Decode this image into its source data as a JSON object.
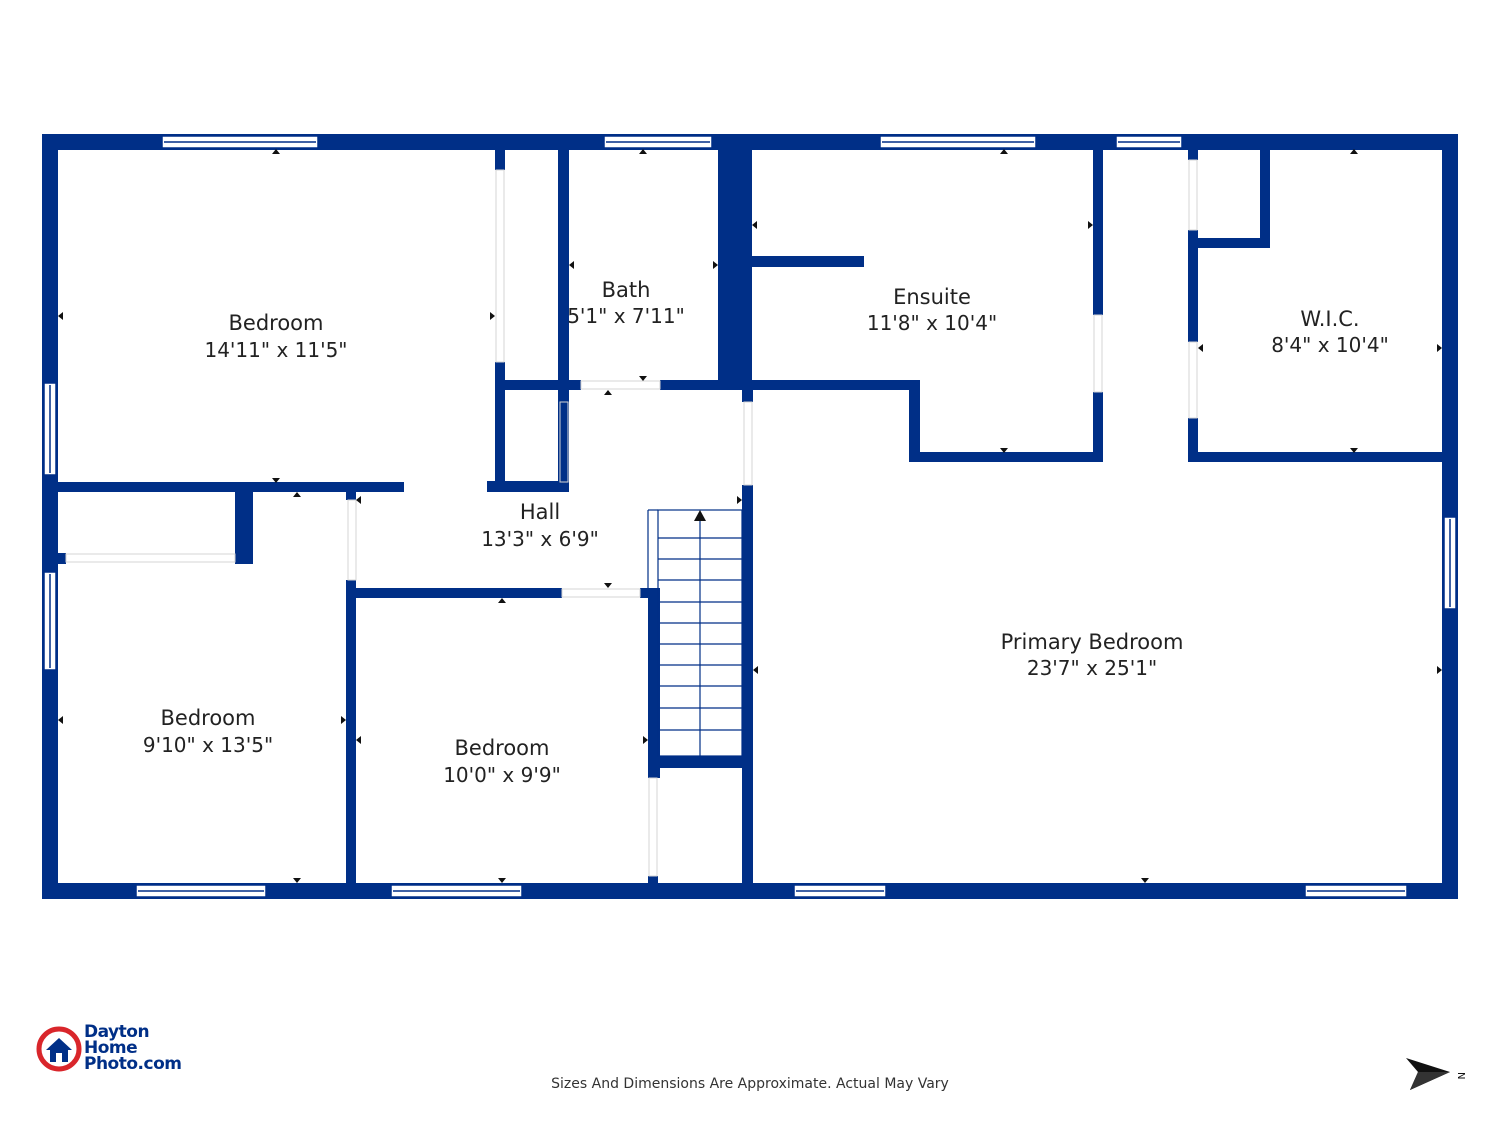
{
  "colors": {
    "wall": "#002f87",
    "background": "#ffffff",
    "logo_red": "#d9262b"
  },
  "rooms": {
    "bedroom_1": {
      "name": "Bedroom",
      "dims": "14'11\" x 11'5\""
    },
    "bath": {
      "name": "Bath",
      "dims": "5'1\" x 7'11\""
    },
    "ensuite": {
      "name": "Ensuite",
      "dims": "11'8\" x 10'4\""
    },
    "wic": {
      "name": "W.I.C.",
      "dims": "8'4\" x 10'4\""
    },
    "hall": {
      "name": "Hall",
      "dims": "13'3\" x 6'9\""
    },
    "primary_bedroom": {
      "name": "Primary Bedroom",
      "dims": "23'7\" x 25'1\""
    },
    "bedroom_2": {
      "name": "Bedroom",
      "dims": "9'10\" x 13'5\""
    },
    "bedroom_3": {
      "name": "Bedroom",
      "dims": "10'0\" x 9'9\""
    }
  },
  "footer": {
    "disclaimer": "Sizes And Dimensions Are Approximate. Actual May Vary",
    "logo_lines": [
      "Dayton",
      "Home",
      "Photo.com"
    ],
    "compass_label": "N"
  },
  "icons": {
    "logo": "house-in-circle-icon",
    "compass": "north-arrow-icon"
  }
}
